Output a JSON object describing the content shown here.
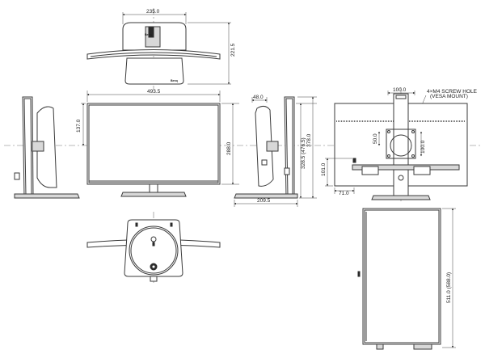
{
  "drawing": {
    "dimensions": {
      "top_width": "235.0",
      "top_depth": "221.5",
      "front_width": "493.5",
      "screen_height": "288.0",
      "height_range": "328.5 (476.5)",
      "overall_height": "378.0",
      "top_bezel_offset": "137.0",
      "side_stand_offset": "48.0",
      "side_base_depth": "209.5",
      "vesa_horizontal": "100.0",
      "vesa_vertical_left": "50.0",
      "vesa_vertical_right": "100.0",
      "back_offset_height": "101.0",
      "back_offset_width": "71.0",
      "pivot_height": "511.0 (588.0)"
    },
    "callouts": {
      "screw_hole_line1": "4×M4 SCREW HOLE",
      "screw_hole_line2": "(VESA MOUNT)"
    },
    "logo_text": "Benq"
  }
}
